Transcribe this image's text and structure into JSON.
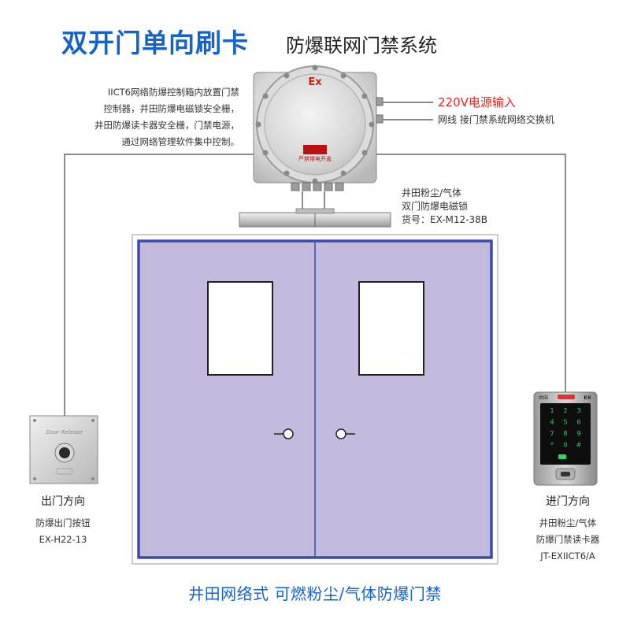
{
  "header": {
    "title": "双开门单向刷卡",
    "subtitle": "防爆联网门禁系统"
  },
  "control_box": {
    "ex_mark": "Ex",
    "plate_text": "严禁带电开盖",
    "description_lines": [
      "IICT6网络防爆控制箱内放置门禁",
      "控制器，井田防爆电磁锁安全栅，",
      "井田防爆读卡器安全栅，门禁电源，",
      "通过网络管理软件集中控制。"
    ],
    "power_input": "220V电源输入",
    "network_line": "网线 接门禁系统网络交换机"
  },
  "magnetic_lock": {
    "label_lines": [
      "井田粉尘/气体",
      "双门防爆电磁锁",
      "货号：EX-M12-38B"
    ]
  },
  "exit_button": {
    "plate_text": "Door Release",
    "caption_title": "出门方向",
    "caption_lines": [
      "防爆出门按钮",
      "EX-H22-13"
    ]
  },
  "card_reader": {
    "brand": "井田",
    "ex_mark": "EX",
    "keys": [
      "1",
      "2",
      "3",
      "4",
      "5",
      "6",
      "7",
      "8",
      "9",
      "*",
      "0",
      "#"
    ],
    "caption_title": "进门方向",
    "caption_lines": [
      "井田粉尘/气体",
      "防爆门禁读卡器",
      "JT-EXIICT6/A"
    ]
  },
  "footer": {
    "text": "井田网络式  可燃粉尘/气体防爆门禁"
  },
  "colors": {
    "title_blue": "#1663c7",
    "power_red": "#e8201f",
    "door_fill": "#c4bade",
    "door_frame": "#3d4aa8",
    "key_green": "#2ad66b"
  }
}
